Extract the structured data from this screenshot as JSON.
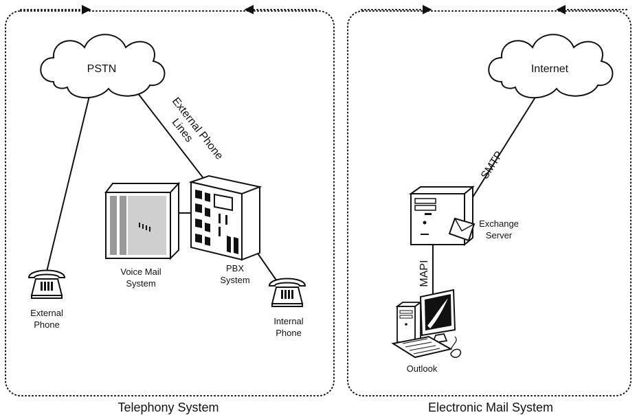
{
  "telephony": {
    "title": "Telephony System",
    "cloud_label": "PSTN",
    "link_label_line1": "External Phone",
    "link_label_line2": "Lines",
    "voice_mail_line1": "Voice Mail",
    "voice_mail_line2": "System",
    "pbx_line1": "PBX",
    "pbx_line2": "System",
    "external_phone_line1": "External",
    "external_phone_line2": "Phone",
    "internal_phone_line1": "Internal",
    "internal_phone_line2": "Phone"
  },
  "email": {
    "title": "Electronic Mail System",
    "cloud_label": "Internet",
    "smtp_label": "SMTP",
    "mapi_label": "MAPI",
    "exchange_line1": "Exchange",
    "exchange_line2": "Server",
    "outlook_label": "Outlook"
  }
}
